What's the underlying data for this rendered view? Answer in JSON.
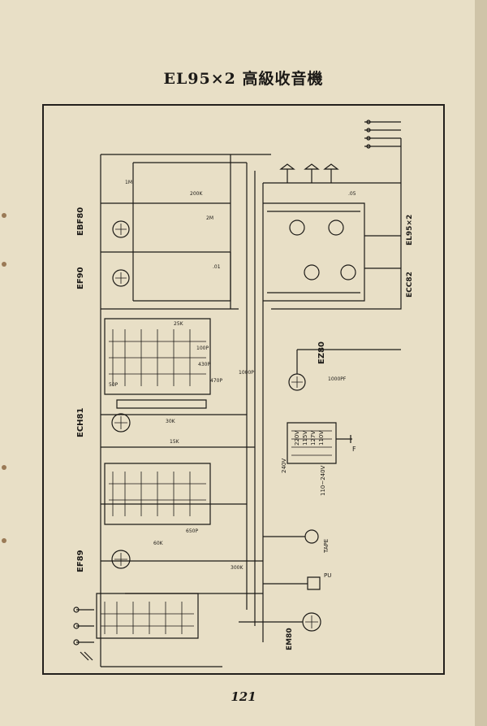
{
  "page": {
    "title": "EL95×2 高級收音機",
    "page_number": "121"
  },
  "tubes": {
    "ebf80": "EBF80",
    "ef90": "EF90",
    "ech81": "ECH81",
    "ef89": "EF89",
    "em80": "EM80",
    "ez80": "EZ80",
    "ecc82": "ECC82",
    "el95x2": "EL95×2"
  },
  "labels": {
    "tape": "TAPE",
    "pu": "PU",
    "v240": "240V",
    "v220": "220V",
    "v115": "115V",
    "v127": "127V",
    "v110": "110V",
    "v110_240": "110~240V",
    "fuse": "F",
    "r_200k": "200K",
    "r_1m": "1M",
    "r_2m": "2M",
    "r_30k": "30K",
    "r_60k": "60K",
    "r_15k": "15K",
    "r_300k": "300K",
    "r_25k": "25K",
    "c_50p": "50P",
    "c_100p": "100P",
    "c_430p": "430P",
    "c_470p": "470P",
    "c_650p": "650P",
    "c_1000p": "1000P",
    "c_01": ".01",
    "c_05": ".05",
    "c_1000pf": "1000PF"
  }
}
